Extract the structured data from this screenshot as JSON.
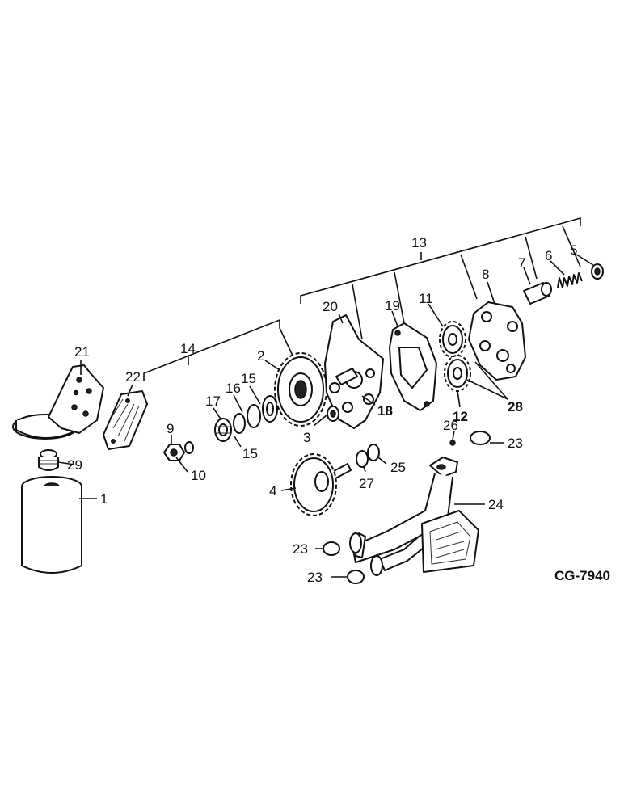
{
  "drawing_id": "CG-7940",
  "callouts": {
    "c1": "1",
    "c2": "2",
    "c3": "3",
    "c4": "4",
    "c5": "5",
    "c6": "6",
    "c7": "7",
    "c8": "8",
    "c9": "9",
    "c10": "10",
    "c11": "11",
    "c12": "12",
    "c13": "13",
    "c14": "14",
    "c15a": "15",
    "c15b": "15",
    "c16": "16",
    "c17": "17",
    "c18": "18",
    "c19": "19",
    "c20": "20",
    "c21": "21",
    "c22": "22",
    "c23a": "23",
    "c23b": "23",
    "c23c": "23",
    "c24": "24",
    "c25": "25",
    "c26": "26",
    "c27": "27",
    "c28": "28",
    "c29": "29"
  }
}
